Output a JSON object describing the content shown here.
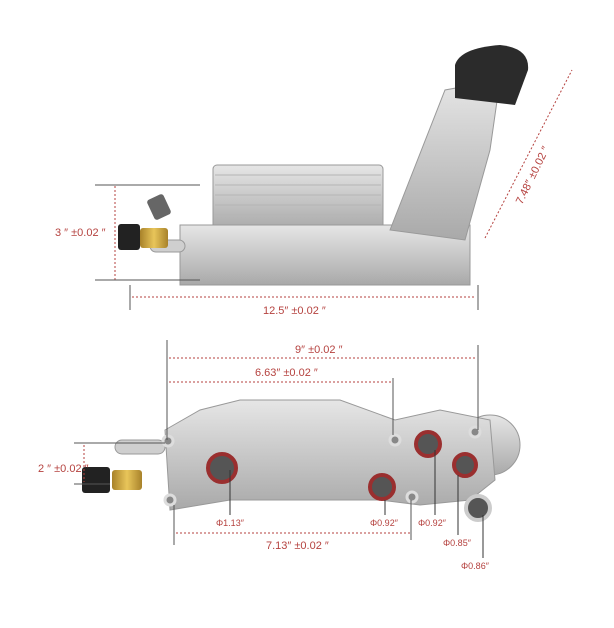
{
  "top_view": {
    "height_label": "3 ″ ±0.02 ″",
    "length_label": "12.5″ ±0.02 ″",
    "diagonal_label": "7.48″ ±0.02 ″"
  },
  "bottom_view": {
    "overall_label": "9″ ±0.02 ″",
    "mid_label": "6.63″ ±0.02 ″",
    "height_label": "2 ″ ±0.02 ″",
    "lower_label": "7.13″ ±0.02 ″",
    "port_diameters": [
      "Φ1.13″",
      "Φ0.92″",
      "Φ0.92″",
      "Φ0.85″",
      "Φ0.86″"
    ]
  },
  "colors": {
    "dimension": "#b5423f",
    "metal": "#c9c9c9",
    "seal": "#9a2f2f"
  }
}
